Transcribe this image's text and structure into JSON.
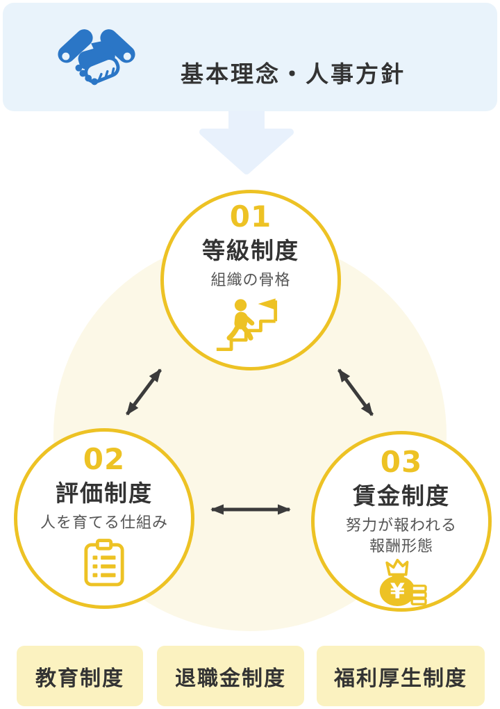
{
  "header": {
    "title": "基本理念・人事方針",
    "icon": "handshake",
    "background": "#E9F3FB"
  },
  "flow_arrow": {
    "direction": "down",
    "color": "#E8F1FC"
  },
  "circles": [
    {
      "number": "01",
      "title": "等級制度",
      "subtitle": "組織の骨格",
      "icon": "person-climbing-stairs-with-flag"
    },
    {
      "number": "02",
      "title": "評価制度",
      "subtitle": "人を育てる仕組み",
      "icon": "checklist-clipboard"
    },
    {
      "number": "03",
      "title": "賃金制度",
      "subtitle": "努力が報われる\n報酬形態",
      "icon": "money-bag-and-coins",
      "icon_symbol": "¥"
    }
  ],
  "relations": [
    {
      "between": [
        "01",
        "02"
      ],
      "type": "bidirectional-arrow"
    },
    {
      "between": [
        "01",
        "03"
      ],
      "type": "bidirectional-arrow"
    },
    {
      "between": [
        "02",
        "03"
      ],
      "type": "bidirectional-arrow"
    }
  ],
  "footer_boxes": [
    {
      "label": "教育制度"
    },
    {
      "label": "退職金制度"
    },
    {
      "label": "福利厚生制度"
    }
  ],
  "colors": {
    "accent_yellow": "#EDC224",
    "banner_blue": "#E9F3FB",
    "flow_arrow_blue": "#E8F1FC",
    "blob_cream": "#FCF8E7",
    "box_yellow": "#FBF2C0",
    "icon_blue": "#2B76C6",
    "relation_arrow_dark": "#3B3B3B",
    "text_dark": "#333333",
    "text_gray": "#555555"
  }
}
